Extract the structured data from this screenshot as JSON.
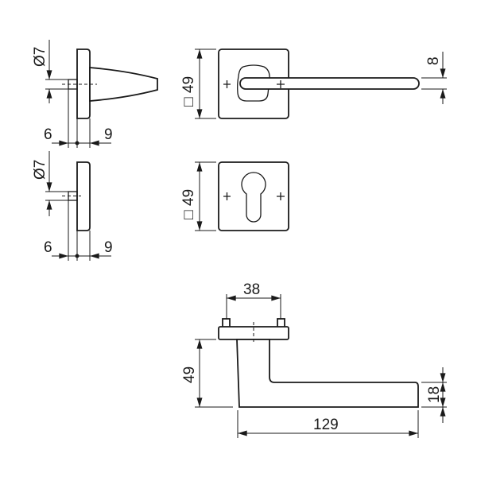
{
  "side_view_lever": {
    "diameter_label": "Ø7",
    "left_offset": "6",
    "right_offset": "9"
  },
  "side_view_escutcheon": {
    "diameter_label": "Ø7",
    "left_offset": "6",
    "right_offset": "9"
  },
  "front_view_lever": {
    "rose_size": "49",
    "square_symbol": "□",
    "lever_thickness": "8"
  },
  "front_view_escutcheon": {
    "rose_size": "49",
    "square_symbol": "□"
  },
  "top_view_lever": {
    "screw_spacing": "38",
    "projection": "49",
    "grip_height": "18",
    "length": "129"
  }
}
